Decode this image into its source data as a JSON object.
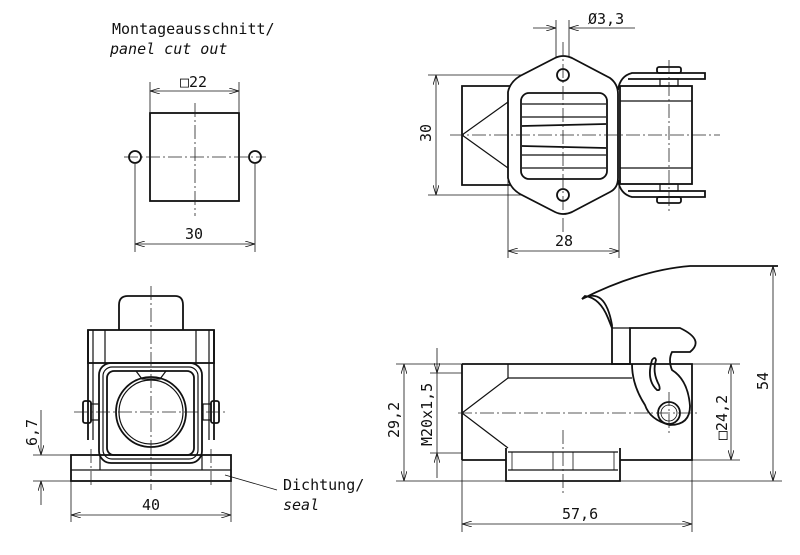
{
  "drawing": {
    "panel_cutout": {
      "title_de": "Montageausschnitt/",
      "title_en": "panel cut out",
      "square_dim": "□22",
      "hole_spacing": "30"
    },
    "top_view": {
      "hole_diameter": "Ø3,3",
      "height_dim": "30",
      "width_dim": "28"
    },
    "front_view": {
      "base_height": "6,7",
      "width_dim": "40",
      "seal_label_de": "Dichtung/",
      "seal_label_en": "seal"
    },
    "side_view": {
      "height_left": "29,2",
      "thread": "M20x1,5",
      "square_dim": "□24,2",
      "total_height": "54",
      "length_dim": "57,6"
    }
  }
}
